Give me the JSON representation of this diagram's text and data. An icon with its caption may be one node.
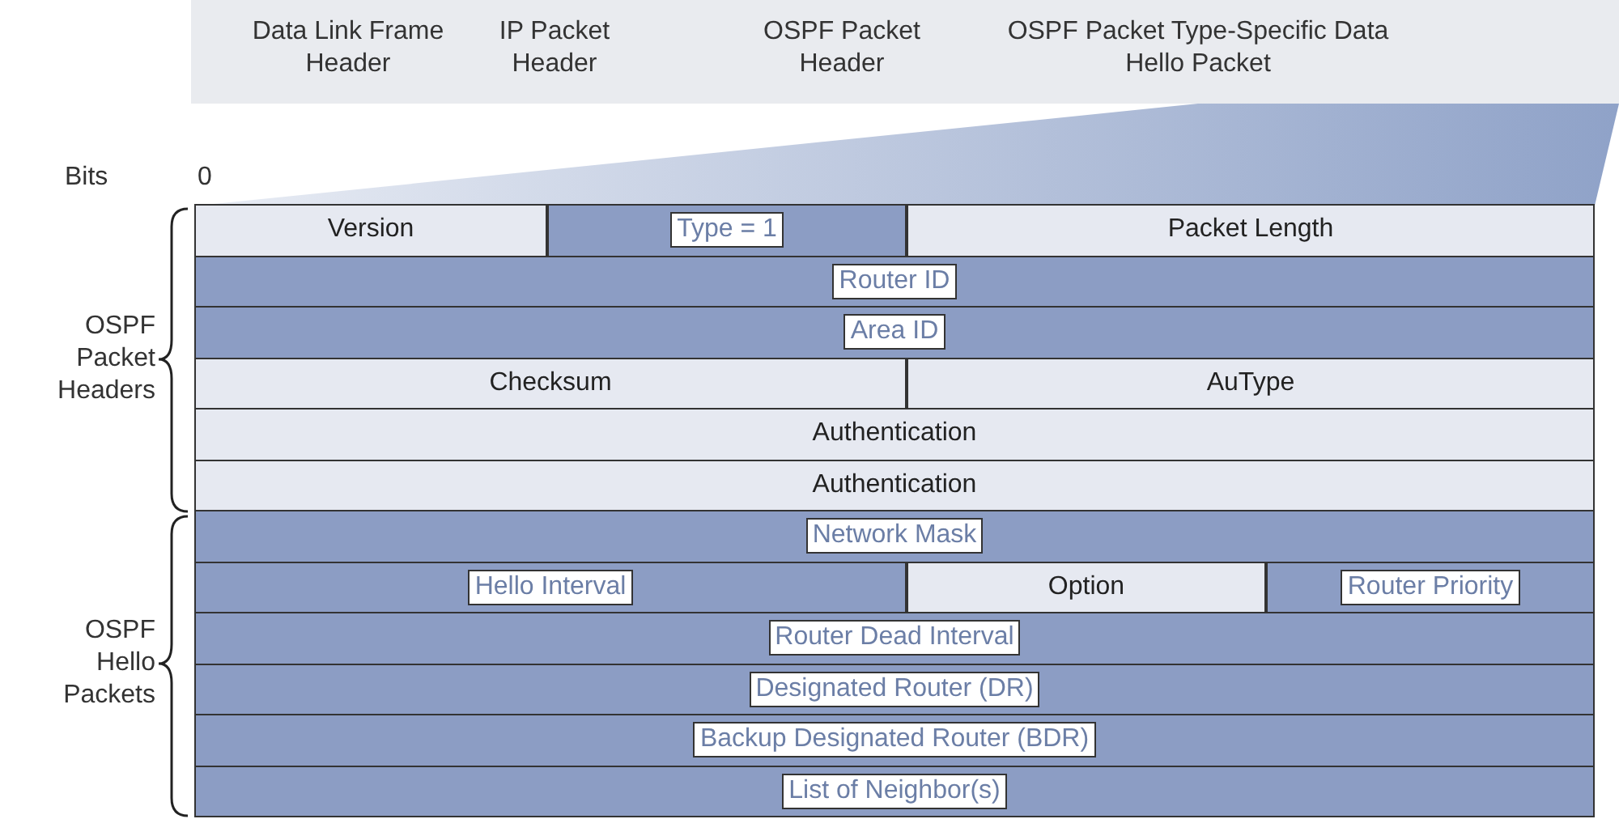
{
  "diagram": {
    "labels": [
      "Data Link Frame Header",
      "IP Packet Header",
      "OSPF Packet Header",
      "OSPF Packet Type-Specific Data Hello Packet",
      "Bits",
      "0",
      "Version",
      "Type = 1",
      "Packet Length",
      "Router ID",
      "OSPF Packet Headers",
      "Area ID",
      "Checksum",
      "AuType",
      "Authentication",
      "Authentication",
      "Network Mask",
      "Hello Interval",
      "Option",
      "Router Priority",
      "OSPF Hello Packets",
      "Router Dead Interval",
      "Designated Router (DR)",
      "Backup Designated Router (BDR)",
      "List of Neighbor(s)"
    ]
  }
}
